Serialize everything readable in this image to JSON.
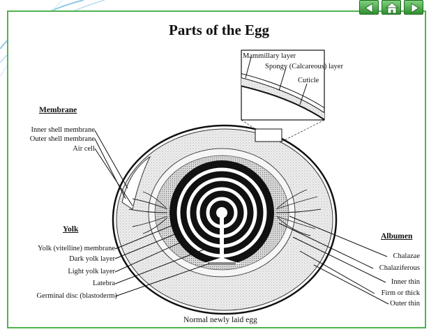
{
  "title": "Parts of the Egg",
  "caption": "Normal newly laid egg",
  "colors": {
    "frame": "#4fb34f",
    "nav_button": "#3a9a3a",
    "swoosh": "#8ec9e6"
  },
  "nav": [
    {
      "icon": "arrow-left-icon"
    },
    {
      "icon": "home-icon"
    },
    {
      "icon": "arrow-right-icon"
    }
  ],
  "inset": {
    "labels": [
      "Mammillary layer",
      "Spongy (Calcareous) layer",
      "Cuticle"
    ]
  },
  "groups": {
    "membrane": {
      "heading": "Membrane",
      "labels": [
        "Inner shell membrane",
        "Outer shell membrane",
        "Air cell"
      ]
    },
    "yolk": {
      "heading": "Yolk",
      "labels": [
        "Yolk (vitelline) membrane",
        "Dark yolk layer",
        "Light yolk layer",
        "Latebra",
        "Germinal disc (blastoderm)"
      ]
    },
    "albumen": {
      "heading": "Albumen",
      "labels": [
        "Chalazae",
        "Chalaziferous",
        "Inner thin",
        "Firm or thick",
        "Outer thin"
      ]
    }
  }
}
